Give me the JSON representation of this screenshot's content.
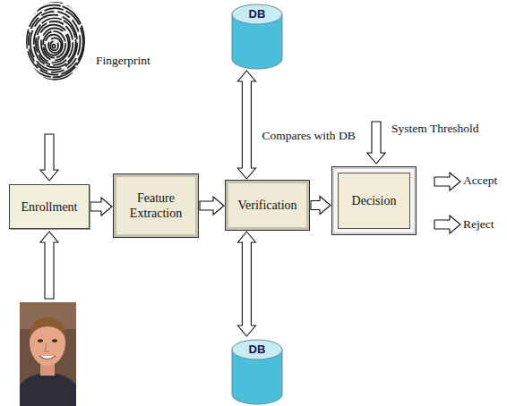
{
  "diagram": {
    "nodes": [
      {
        "text": [
          "DB"
        ]
      },
      {
        "text": [
          "Enrollment"
        ]
      },
      {
        "text": [
          "Feature Extraction"
        ]
      },
      {
        "text": [
          "Verification"
        ]
      },
      {
        "text": [
          "Decision"
        ]
      },
      {
        "text": [
          "DB"
        ]
      }
    ],
    "edges": [
      {
        "from": 1,
        "to": 2,
        "arrow": "to"
      },
      {
        "from": 2,
        "to": 3,
        "arrow": "to"
      },
      {
        "from": 3,
        "to": 4,
        "arrow": "to"
      },
      {
        "from": 3,
        "to": 0,
        "label": "Compares with DB",
        "arrow": "both"
      },
      {
        "from": 3,
        "to": 5,
        "arrow": "both"
      }
    ],
    "labels": [
      "Fingerprint",
      "System Threshold",
      "Accept",
      "Reject"
    ]
  }
}
